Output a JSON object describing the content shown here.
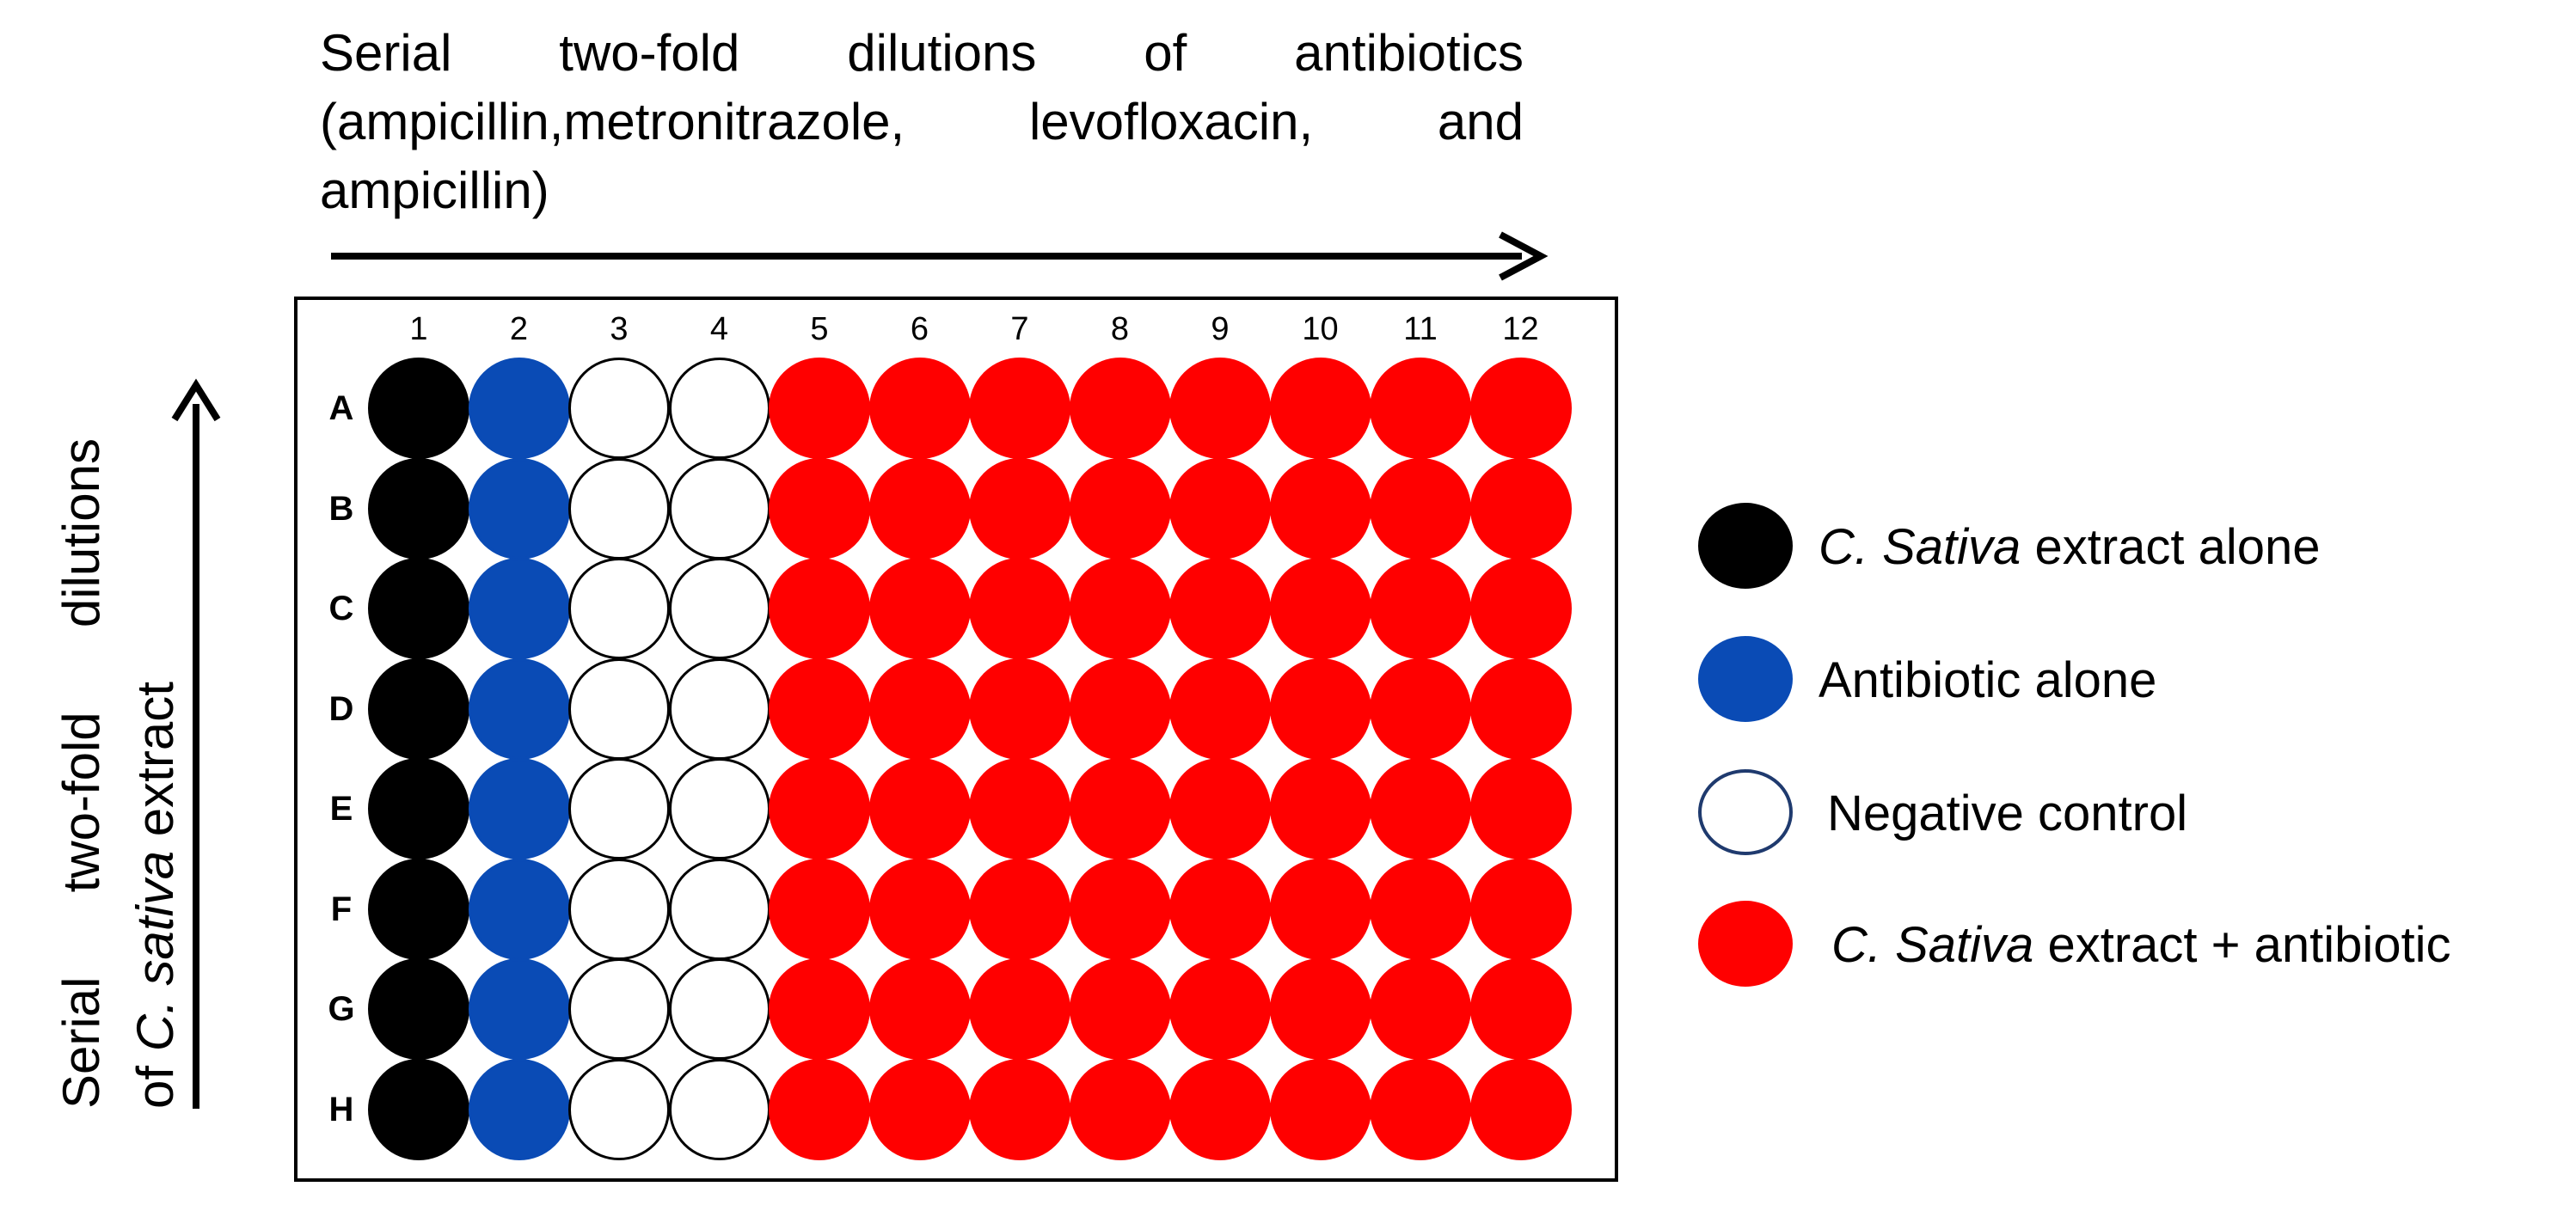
{
  "top_caption": {
    "line1": "Serial two-fold dilutions of antibiotics",
    "line2": "(ampicillin,metronitrazole, levofloxacin, and",
    "line3": "ampicillin)"
  },
  "side_caption": {
    "line1": "Serial two-fold dilutions",
    "line2_prefix": "of ",
    "line2_italic": "C. sativa",
    "line2_suffix": " extract"
  },
  "plate": {
    "columns": [
      "1",
      "2",
      "3",
      "4",
      "5",
      "6",
      "7",
      "8",
      "9",
      "10",
      "11",
      "12"
    ],
    "rows": [
      "A",
      "B",
      "C",
      "D",
      "E",
      "F",
      "G",
      "H"
    ],
    "column_types": [
      "extract",
      "antibiotic",
      "negative",
      "negative",
      "combo",
      "combo",
      "combo",
      "combo",
      "combo",
      "combo",
      "combo",
      "combo"
    ]
  },
  "colors": {
    "extract": "#000000",
    "antibiotic": "#0a4bb5",
    "negative": "#ffffff",
    "combo": "#ff0000"
  },
  "legend": [
    {
      "type": "extract",
      "italic": "C. Sativa",
      "text": " extract alone"
    },
    {
      "type": "antibiotic",
      "italic": "",
      "text": "Antibiotic alone"
    },
    {
      "type": "negative",
      "italic": "",
      "text": "Negative control"
    },
    {
      "type": "combo",
      "italic": "C. Sativa",
      "text": " extract + antibiotic"
    }
  ]
}
